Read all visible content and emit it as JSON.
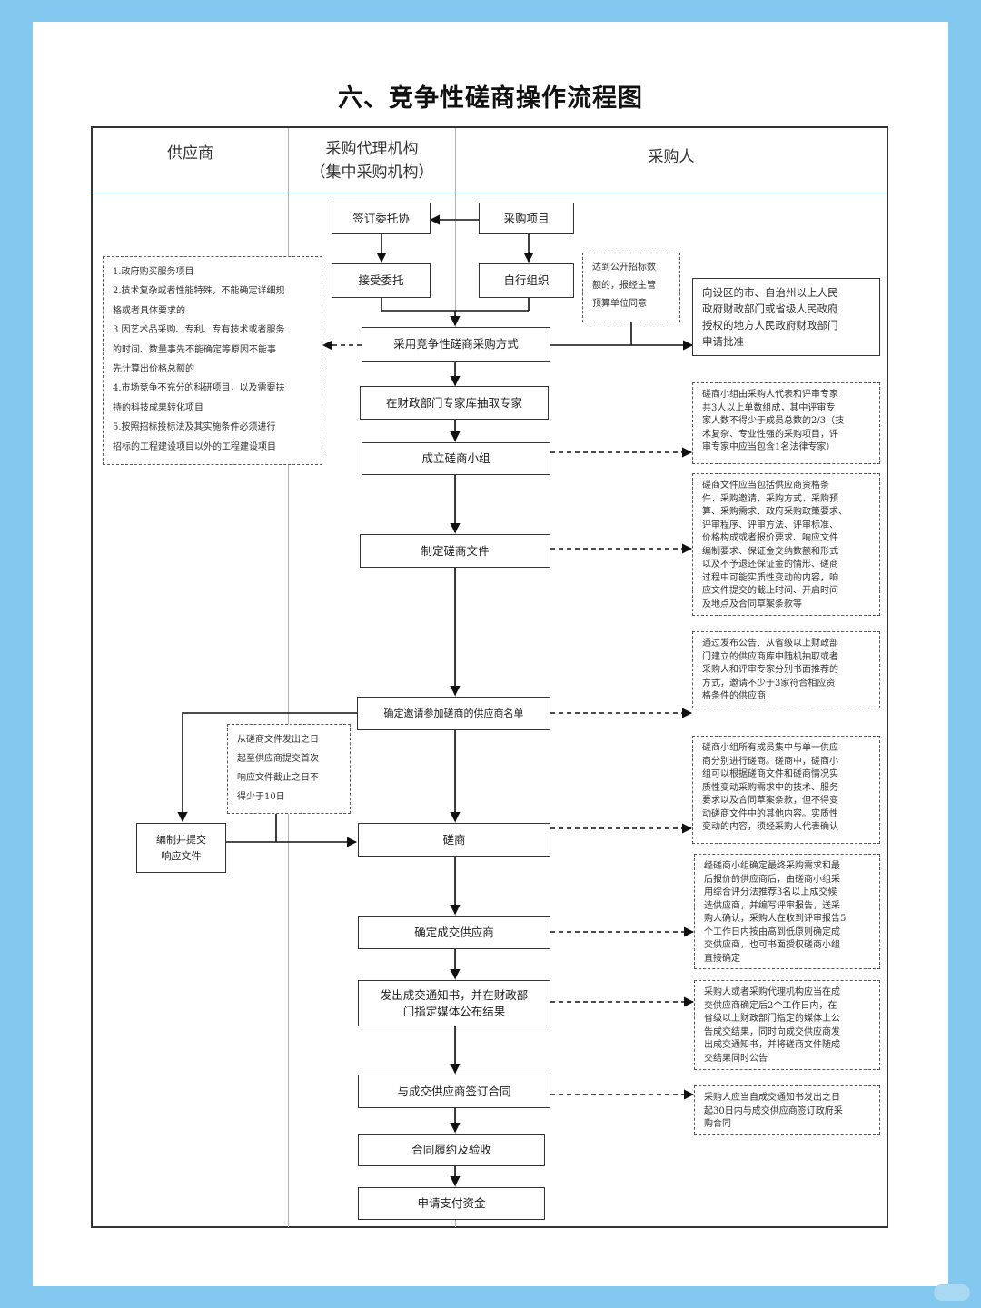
{
  "title": "六、竞争性磋商操作流程图",
  "lanes": {
    "supplier": "供应商",
    "agency_line1": "采购代理机构",
    "agency_line2": "（集中采购机构）",
    "purchaser": "采购人"
  },
  "steps": {
    "sign_entrust": "签订委托协",
    "procure_project": "采购项目",
    "accept_entrust": "接受委托",
    "self_organize": "自行组织",
    "adopt_method": "采用竞争性磋商采购方式",
    "extract_experts": "在财政部门专家库抽取专家",
    "form_group": "成立磋商小组",
    "make_docs": "制定磋商文件",
    "supplier_list": "确定邀请参加磋商的供应商名单",
    "prepare_response_line1": "编制并提交",
    "prepare_response_line2": "响应文件",
    "negotiate": "磋商",
    "decide_supplier": "确定成交供应商",
    "notify_line1": "发出成交通知书，并在财政部",
    "notify_line2": "门指定媒体公布结果",
    "sign_contract": "与成交供应商签订合同",
    "perform_accept": "合同履约及验收",
    "apply_payment": "申请支付资金"
  },
  "notes": {
    "applicable_cases": [
      "1.政府购买服务项目",
      "2.技术复杂或者性能特殊，不能确定详细规",
      "格或者具体要求的",
      "3.因艺术品采购、专利、专有技术或者服务",
      "的时间、数量事先不能确定等原因不能事",
      "先计算出价格总额的",
      "4.市场竞争不充分的科研项目，以及需要扶",
      "持的科技成果转化项目",
      "5.按照招标投标法及其实施条件必须进行",
      "招标的工程建设项目以外的工程建设项目"
    ],
    "threshold": [
      "达到公开招标数",
      "额的，报经主管",
      "预算单位同意"
    ],
    "approval": [
      "向设区的市、自治州以上人民",
      "政府财政部门或省级人民政府",
      "授权的地方人民政府财政部门",
      "申请批准"
    ],
    "group_composition": [
      "磋商小组由采购人代表和评审专家",
      "共3人以上单数组成，其中评审专",
      "家人数不得少于成员总数的2/3（技",
      "术复杂、专业性强的采购项目，评",
      "审专家中应当包含1名法律专家）"
    ],
    "doc_contents": [
      "磋商文件应当包括供应商资格条",
      "件、采购邀请、采购方式、采购预",
      "算、采购需求、政府采购政策要求、",
      "评审程序、评审方法、评审标准、",
      "价格构成或者报价要求、响应文件",
      "编制要求、保证金交纳数额和形式",
      "以及不予退还保证金的情形、磋商",
      "过程中可能实质性变动的内容，响",
      "应文件提交的截止时间、开启时间",
      "及地点及合同草案条款等"
    ],
    "invite_method": [
      "通过发布公告、从省级以上财政部",
      "门建立的供应商库中随机抽取或者",
      "采购人和评审专家分别书面推荐的",
      "方式，邀请不少于3家符合相应资",
      "格条件的供应商"
    ],
    "response_deadline": [
      "从磋商文件发出之日",
      "起至供应商提交首次",
      "响应文件截止之日不",
      "得少于10日"
    ],
    "negotiation_rules": [
      "磋商小组所有成员集中与单一供应",
      "商分别进行磋商。磋商中，磋商小",
      "组可以根据磋商文件和磋商情况实",
      "质性变动采购需求中的技术、服务",
      "要求以及合同草案条款，但不得变",
      "动磋商文件中的其他内容。实质性",
      "变动的内容，须经采购人代表确认"
    ],
    "decision_rules": [
      "经磋商小组确定最终采购需求和最",
      "后报价的供应商后，由磋商小组采",
      "用综合评分法推荐3名以上成交候",
      "选供应商，并编写评审报告，送采",
      "购人确认，采购人在收到评审报告5",
      "个工作日内按由高到低原则确定成",
      "交供应商，也可书面授权磋商小组",
      "直接确定"
    ],
    "publish_rules": [
      "采购人或者采购代理机构应当在成",
      "交供应商确定后2个工作日内，在",
      "省级以上财政部门指定的媒体上公",
      "告成交结果，同时向成交供应商发",
      "出成交通知书，并将磋商文件随成",
      "交结果同时公告"
    ],
    "contract_deadline": [
      "采购人应当自成交通知书发出之日",
      "起30日内与成交供应商签订政府采",
      "购合同"
    ]
  },
  "colors": {
    "background": "#82c8ef",
    "lane_divider": "#8fbfe0",
    "line": "#333333"
  }
}
